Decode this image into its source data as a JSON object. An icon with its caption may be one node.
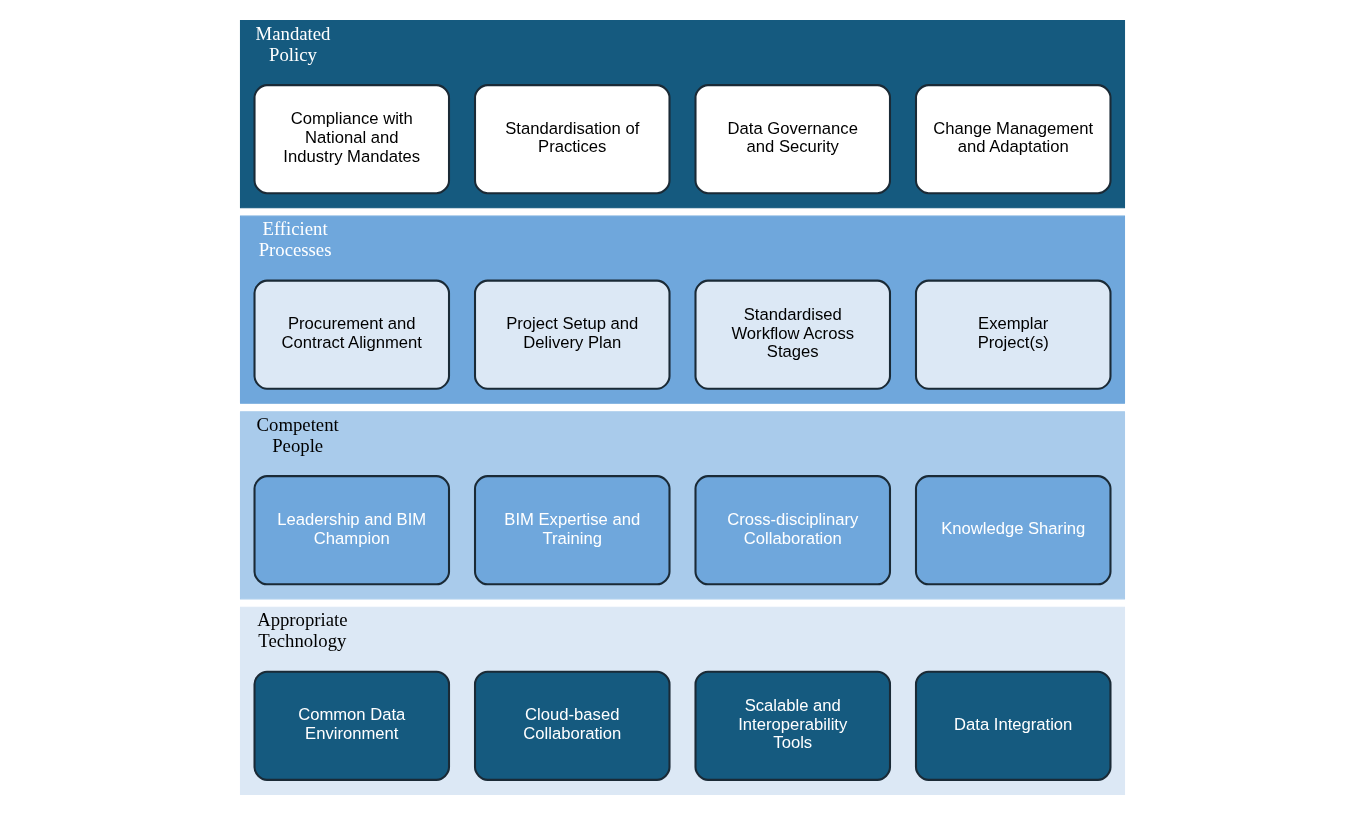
{
  "diagram": {
    "nodes": [
      {
        "text": [
          "Mandated Policy"
        ]
      },
      {
        "text": [
          "Compliance with National and Industry Mandates"
        ],
        "in": 0
      },
      {
        "text": [
          "Standardisation of Practices"
        ],
        "in": 0
      },
      {
        "text": [
          "Data Governance and Security"
        ],
        "in": 0
      },
      {
        "text": [
          "Change Management and Adaptation"
        ],
        "in": 0
      },
      {
        "text": [
          "Efficient Processes"
        ]
      },
      {
        "text": [
          "Procurement and Contract Alignment"
        ],
        "in": 5
      },
      {
        "text": [
          "Project Setup and Delivery Plan"
        ],
        "in": 5
      },
      {
        "text": [
          "Standardised Workflow Across Stages"
        ],
        "in": 5
      },
      {
        "text": [
          "Exemplar Project(s)"
        ],
        "in": 5
      },
      {
        "text": [
          "Competent People"
        ]
      },
      {
        "text": [
          "Leadership and BIM Champion"
        ],
        "in": 10
      },
      {
        "text": [
          "BIM Expertise and Training"
        ],
        "in": 10
      },
      {
        "text": [
          "Cross-disciplinary Collaboration"
        ],
        "in": 10
      },
      {
        "text": [
          "Knowledge Sharing"
        ],
        "in": 10
      },
      {
        "text": [
          "Appropriate Technology"
        ]
      },
      {
        "text": [
          "Common Data Environment"
        ],
        "in": 15
      },
      {
        "text": [
          "Cloud-based Collaboration"
        ],
        "in": 15
      },
      {
        "text": [
          "Scalable and Interoperability Tools"
        ],
        "in": 15
      },
      {
        "text": [
          "Data Integration"
        ],
        "in": 15
      }
    ]
  }
}
